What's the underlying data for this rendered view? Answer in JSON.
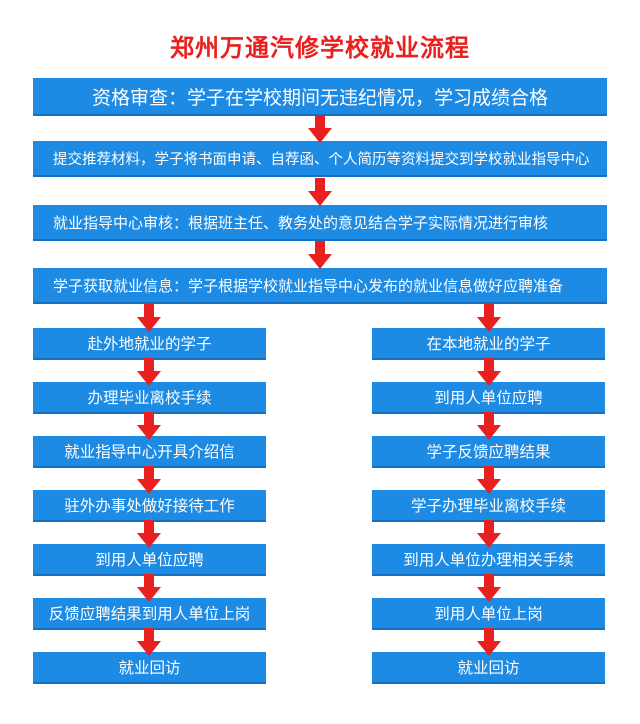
{
  "title": "郑州万通汽修学校就业流程",
  "steps": [
    "资格审查：学子在学校期间无违纪情况，学习成绩合格",
    "提交推荐材料，学子将书面申请、自荐函、个人简历等资料提交到学校就业指导中心",
    "就业指导中心审核：根据班主任、教务处的意见结合学子实际情况进行审核",
    "学子获取就业信息：学子根据学校就业指导中心发布的就业信息做好应聘准备"
  ],
  "left_branch": [
    "赴外地就业的学子",
    "办理毕业离校手续",
    "就业指导中心开具介绍信",
    "驻外办事处做好接待工作",
    "到用人单位应聘",
    "反馈应聘结果到用人单位上岗",
    "就业回访"
  ],
  "right_branch": [
    "在本地就业的学子",
    "到用人单位应聘",
    "学子反馈应聘结果",
    "学子办理毕业离校手续",
    "到用人单位办理相关手续",
    "到用人单位上岗",
    "就业回访"
  ],
  "colors": {
    "box": "#1d8ae3",
    "arrow": "#e8201f",
    "title": "#e8201f"
  }
}
